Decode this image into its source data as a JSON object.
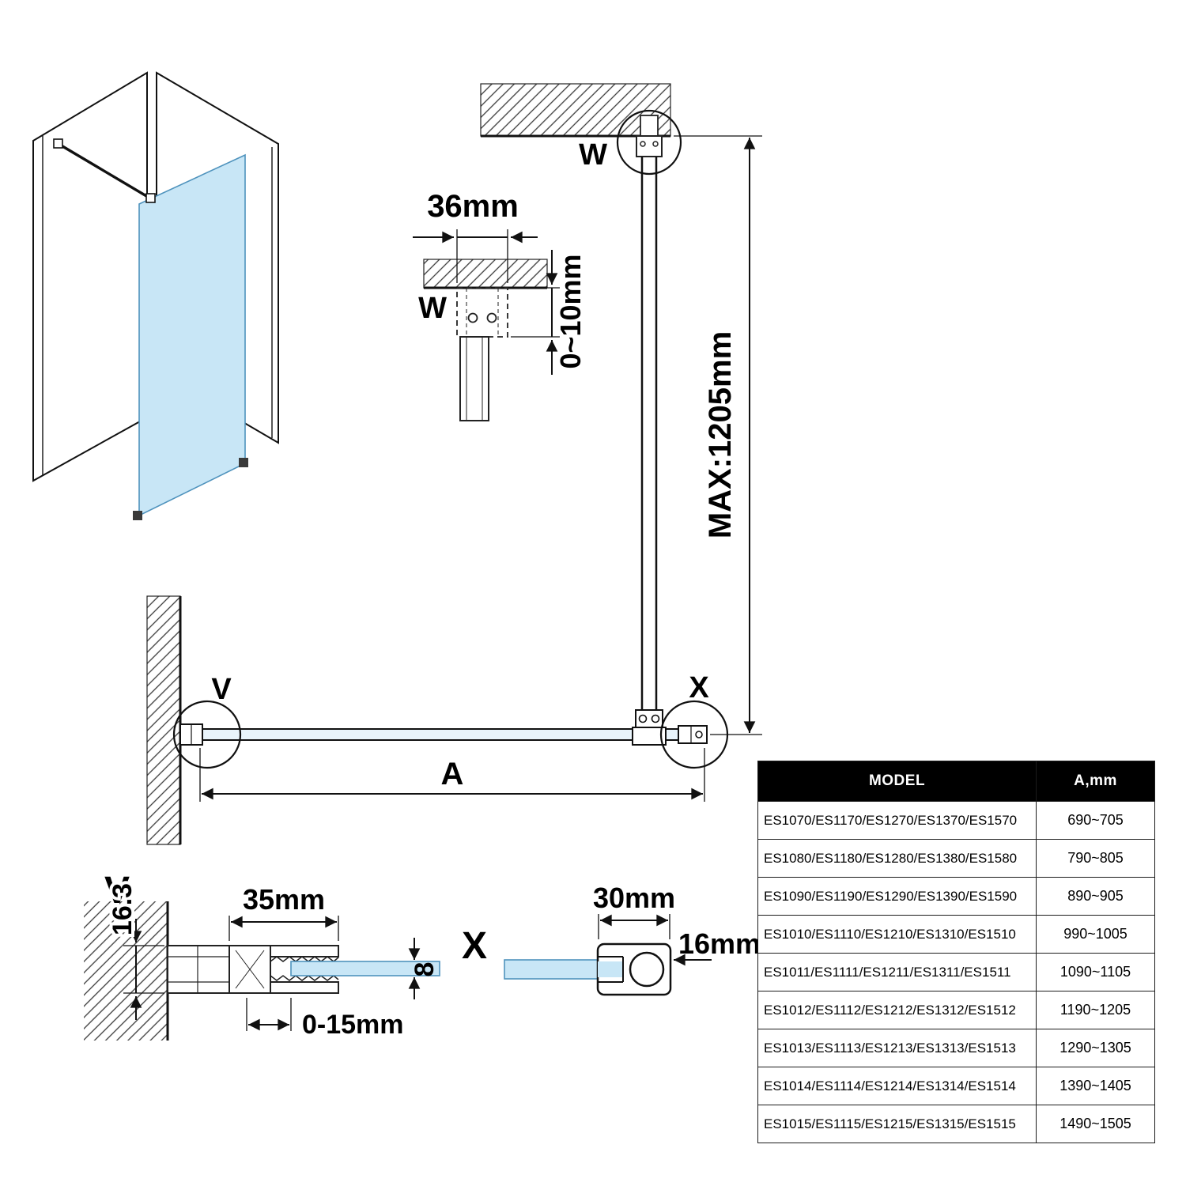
{
  "page": {
    "background": "#ffffff"
  },
  "colors": {
    "glass_fill": "#c8e6f6",
    "glass_edge": "#4f93bd",
    "line": "#111111",
    "table_header_bg": "#000000",
    "table_header_text": "#ffffff"
  },
  "diagram": {
    "detail_labels": {
      "w_bracket_section": "W",
      "w_ceiling_plan": "W",
      "v_plan": "V",
      "x_plan": "X",
      "v_section": "V",
      "x_section": "X"
    },
    "dims": {
      "bracket_width": "36mm",
      "ceiling_gap": "0~10mm",
      "max_height": "MAX:1205mm",
      "panel_width": "A",
      "profile_depth": "16.3",
      "profile_width": "35mm",
      "wall_adjust": "0-15mm",
      "glass_thickness": "8",
      "clamp_width": "30mm",
      "bar_diameter": "16mm"
    }
  },
  "table": {
    "headers": [
      "MODEL",
      "A,mm"
    ],
    "rows": [
      {
        "model": "ES1070/ES1170/ES1270/ES1370/ES1570",
        "a": "690~705"
      },
      {
        "model": "ES1080/ES1180/ES1280/ES1380/ES1580",
        "a": "790~805"
      },
      {
        "model": "ES1090/ES1190/ES1290/ES1390/ES1590",
        "a": "890~905"
      },
      {
        "model": "ES1010/ES1110/ES1210/ES1310/ES1510",
        "a": "990~1005"
      },
      {
        "model": "ES1011/ES1111/ES1211/ES1311/ES1511",
        "a": "1090~1105"
      },
      {
        "model": "ES1012/ES1112/ES1212/ES1312/ES1512",
        "a": "1190~1205"
      },
      {
        "model": "ES1013/ES1113/ES1213/ES1313/ES1513",
        "a": "1290~1305"
      },
      {
        "model": "ES1014/ES1114/ES1214/ES1314/ES1514",
        "a": "1390~1405"
      },
      {
        "model": "ES1015/ES1115/ES1215/ES1315/ES1515",
        "a": "1490~1505"
      }
    ]
  }
}
